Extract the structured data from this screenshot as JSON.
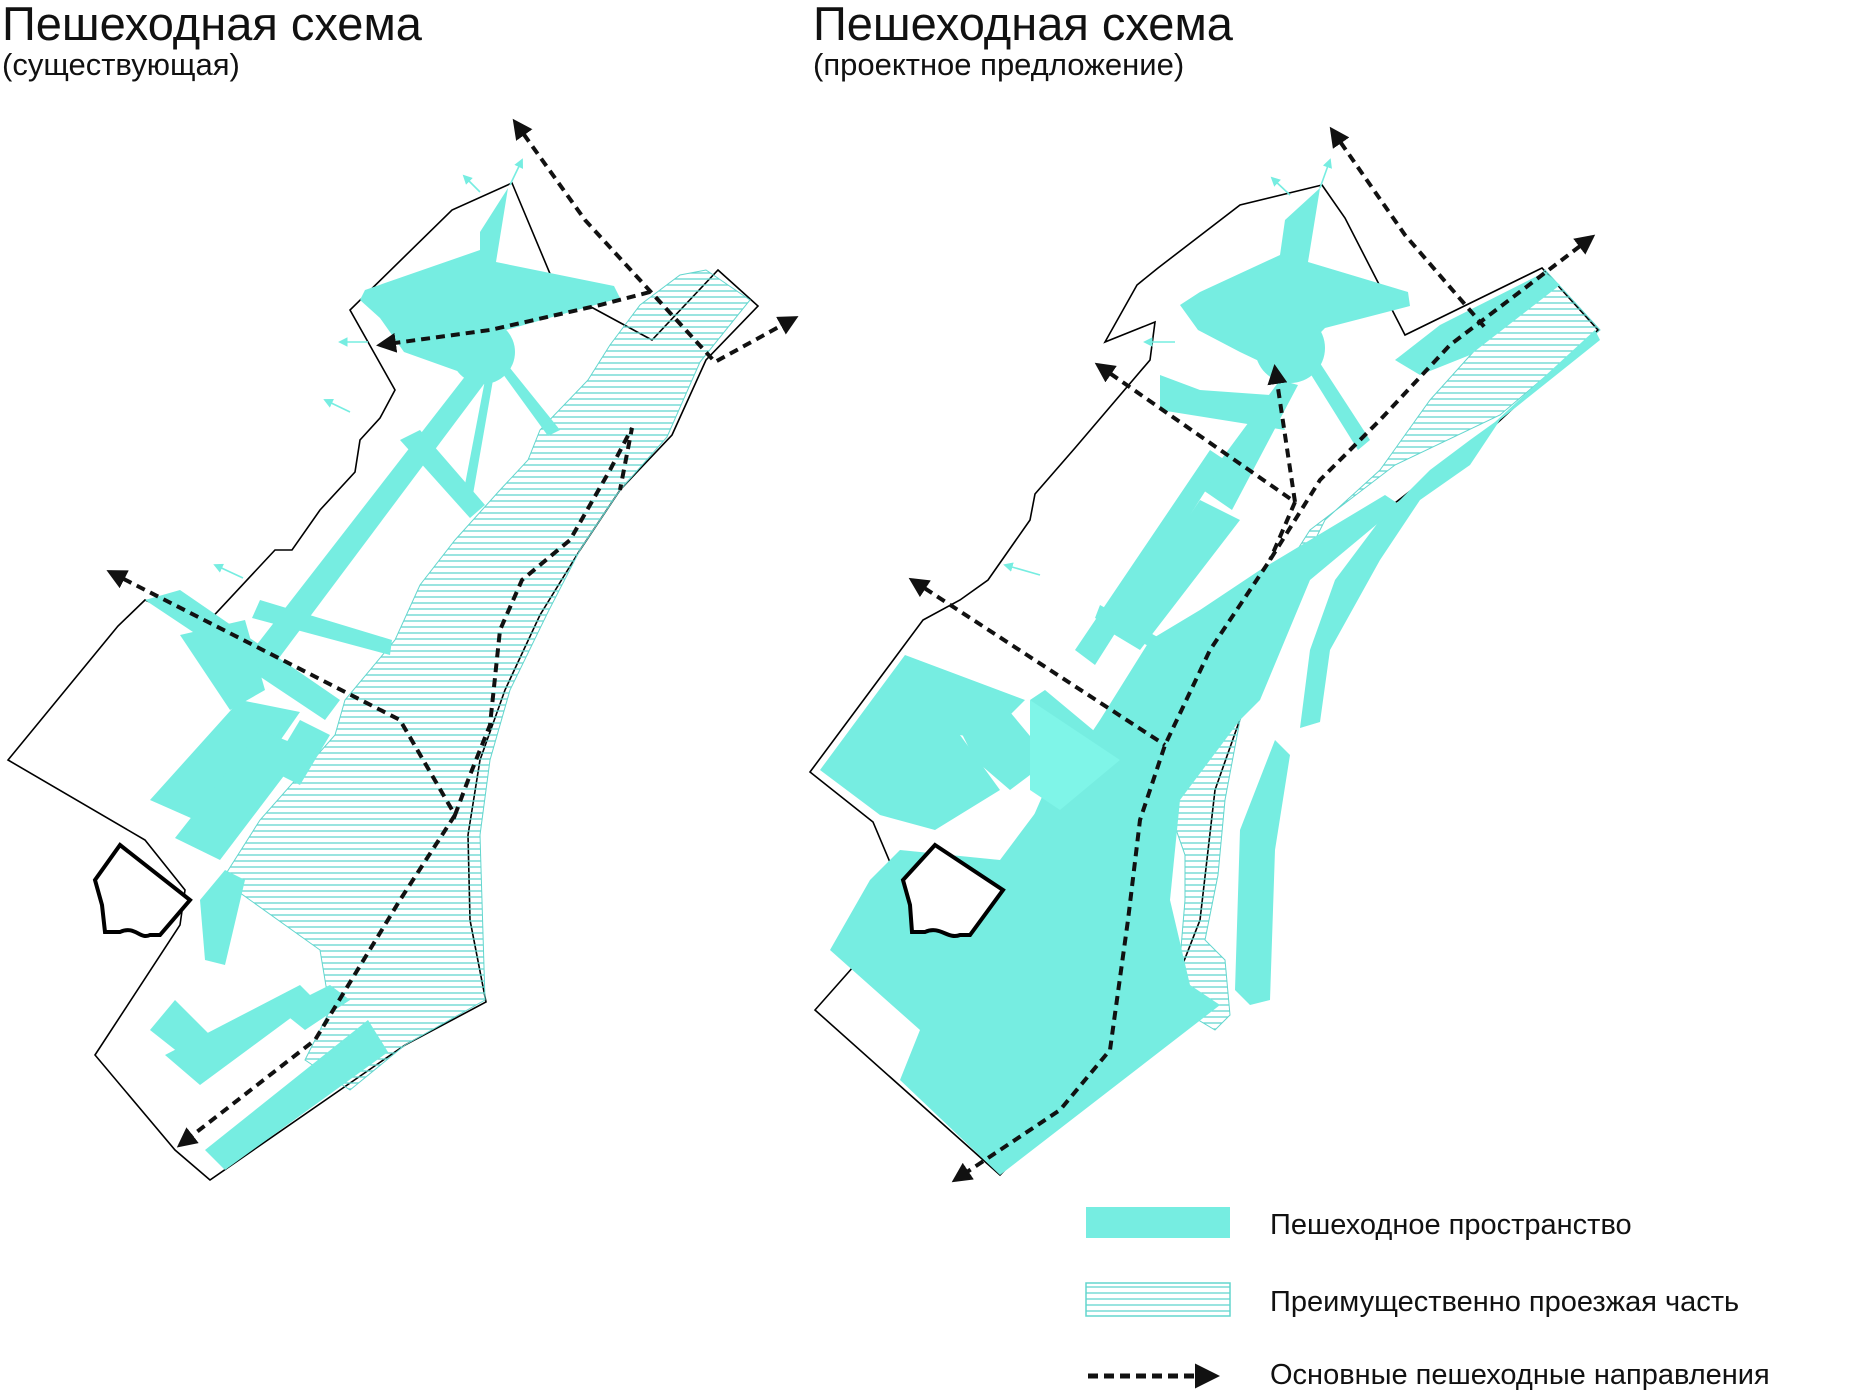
{
  "panels": [
    {
      "title": "Пешеходная схема",
      "subtitle": "(существующая)"
    },
    {
      "title": "Пешеходная схема",
      "subtitle": "(проектное предложение)"
    }
  ],
  "legend": {
    "items": [
      {
        "label": "Пешеходное пространство",
        "kind": "pedestrian"
      },
      {
        "label": "Преимущественно проезжая часть",
        "kind": "roadway"
      },
      {
        "label": "Основные пешеходные направления",
        "kind": "route"
      }
    ]
  },
  "colors": {
    "pedestrian": "#76ede1",
    "pedestrian_light": "#7ff5e8",
    "hatch": "#63d6ce",
    "outline": "#000000",
    "route": "#111111"
  }
}
